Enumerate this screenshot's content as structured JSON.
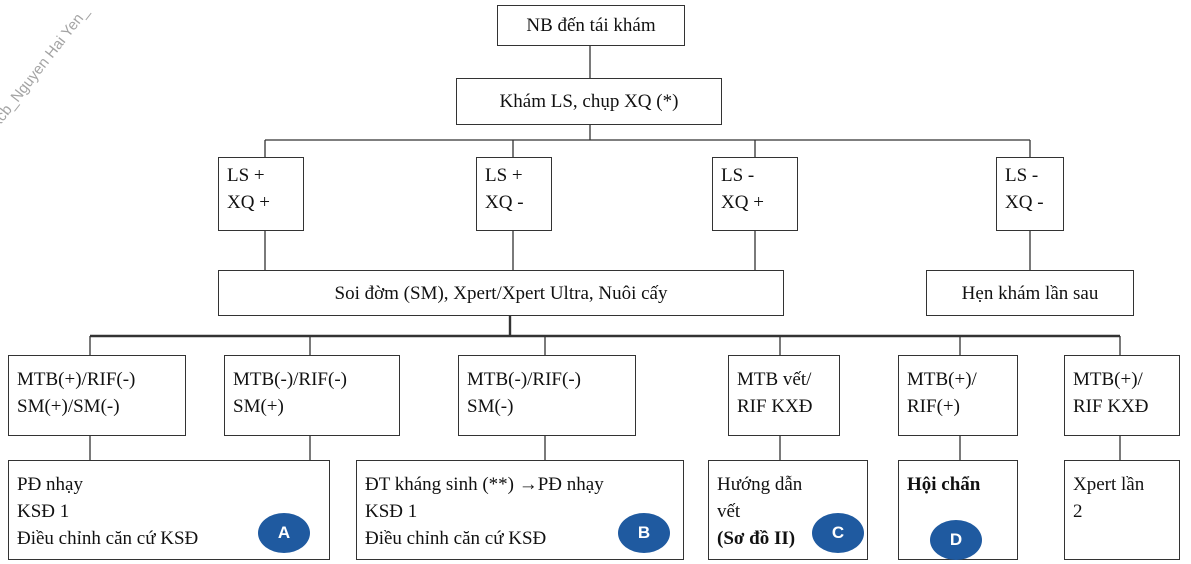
{
  "root": "NB đến tái khám",
  "exam": "Khám LS, chụp XQ (*)",
  "level2": [
    "LS +\nXQ +",
    "LS +\nXQ -",
    "LS -\nXQ +",
    "LS -\nXQ -"
  ],
  "tests": "Soi đờm (SM), Xpert/Xpert Ultra, Nuôi cấy",
  "next_visit": "Hẹn khám lần sau",
  "results": [
    "MTB(+)/RIF(-)\nSM(+)/SM(-)",
    "MTB(-)/RIF(-)\nSM(+)",
    "MTB(-)/RIF(-)\nSM(-)",
    "MTB vết/\nRIF KXĐ",
    "MTB(+)/\nRIF(+)",
    "MTB(+)/\nRIF KXĐ"
  ],
  "actions": {
    "a": "PĐ nhạy\nKSĐ 1\nĐiều chỉnh căn cứ KSĐ",
    "b": "ĐT kháng sinh (**) →PĐ nhạy\nKSĐ 1\nĐiều chỉnh căn cứ KSĐ",
    "c_line1": "Hướng dẫn\nvết",
    "c_line2": "(Sơ đồ II)",
    "d": "Hội chẩn",
    "e": "Xpert lần\n2"
  },
  "badges": [
    "A",
    "B",
    "C",
    "D"
  ],
  "watermark": "kcb_Nguyen Hai Yen_",
  "colors": {
    "badge": "#1f5aa0",
    "border": "#333333"
  }
}
